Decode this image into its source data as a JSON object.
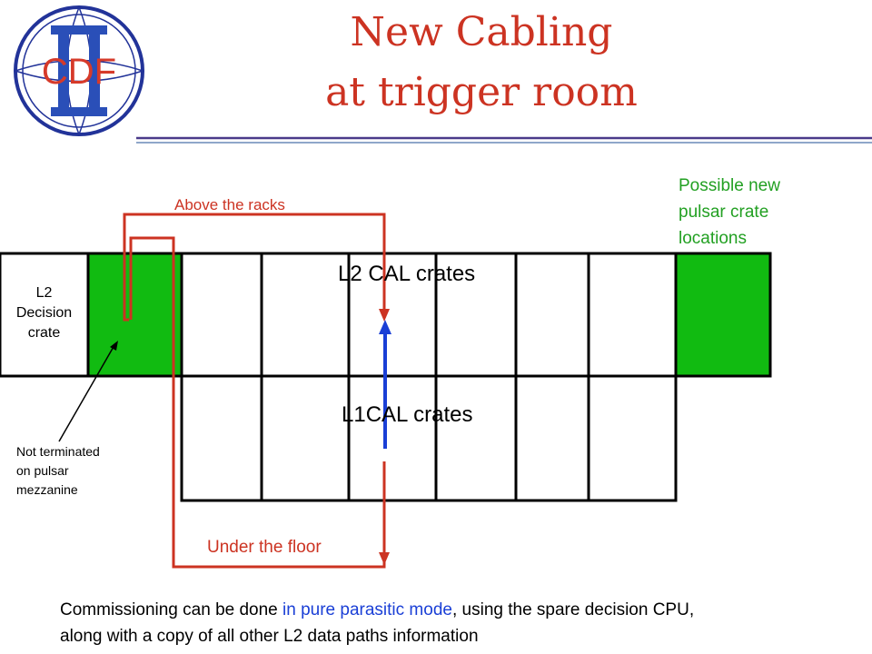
{
  "logo": {
    "text": "CDF",
    "numeral": "II"
  },
  "title": {
    "line1": "New Cabling",
    "line2": "at trigger room"
  },
  "labels": {
    "above_racks": "Above the racks",
    "under_floor": "Under the floor",
    "possible_new": [
      "Possible new",
      "pulsar crate",
      "locations"
    ],
    "l2_decision": [
      "L2",
      "Decision",
      "crate"
    ],
    "l2cal": "L2 CAL crates",
    "l1cal": "L1CAL crates",
    "not_terminated": [
      "Not terminated",
      "on pulsar",
      "mezzanine"
    ]
  },
  "footer": {
    "pre": "Commissioning can be done ",
    "highlight": "in pure parasitic mode",
    "post": ", using the spare decision CPU,",
    "line2": "along with a copy of all other L2 data paths information"
  },
  "colors": {
    "cable_red": "#cc3322",
    "cable_blue": "#1a3fd6",
    "crate_green": "#11bb11",
    "title_red": "#cc3322",
    "logo_blue": "#223399"
  }
}
